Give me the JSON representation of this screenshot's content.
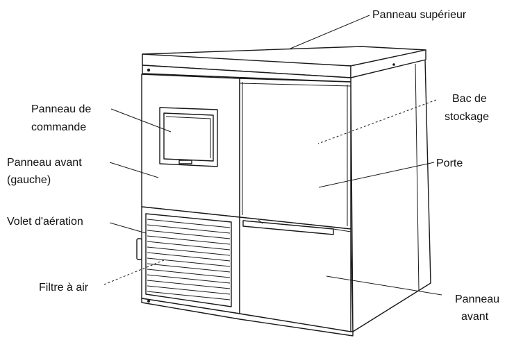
{
  "labels": {
    "top_panel": "Panneau supérieur",
    "storage_bin_1": "Bac de",
    "storage_bin_2": "stockage",
    "control_panel_1": "Panneau de",
    "control_panel_2": "commande",
    "front_panel_left_1": "Panneau avant",
    "front_panel_left_2": "(gauche)",
    "door": "Porte",
    "vent_flap": "Volet d'aération",
    "air_filter": "Filtre à air",
    "front_panel_1": "Panneau",
    "front_panel_2": "avant"
  },
  "colors": {
    "line": "#1a1a1a",
    "text": "#111111",
    "background": "#ffffff"
  }
}
